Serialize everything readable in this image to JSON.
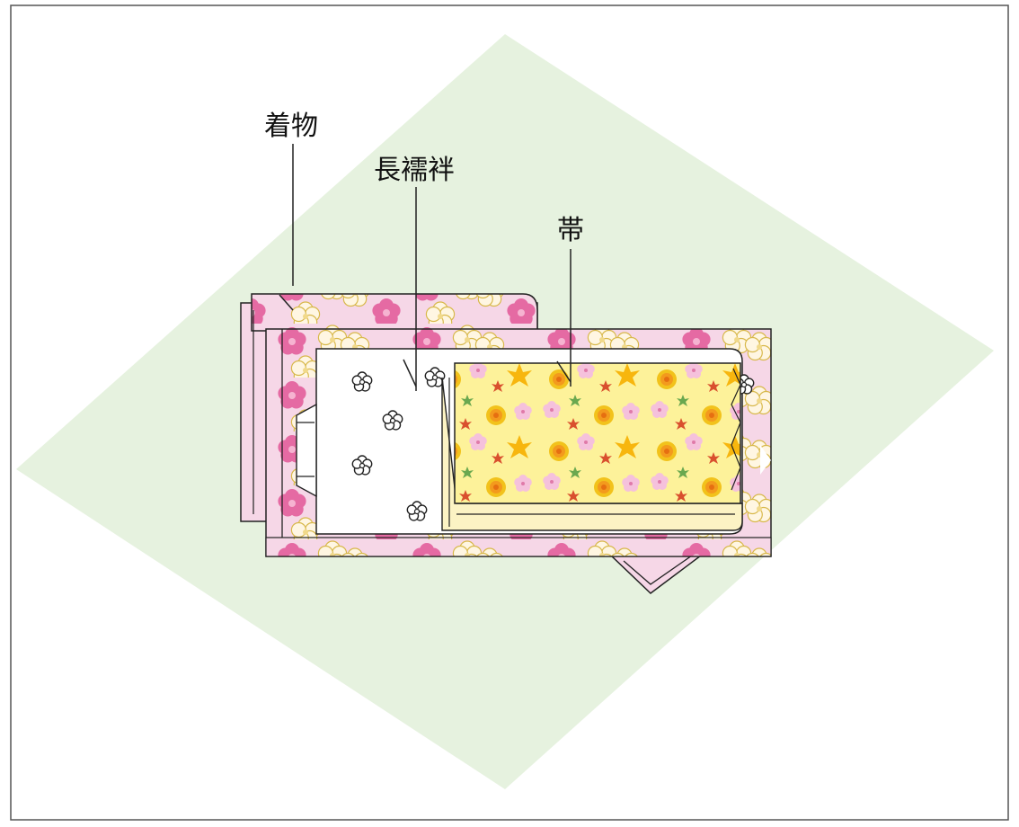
{
  "labels": {
    "kimono": "着物",
    "nagajuban": "長襦袢",
    "obi": "帯"
  },
  "colors": {
    "background": "#ffffff",
    "frame": "#555555",
    "wrapping_cloth": "#e6f2df",
    "kimono_fill": "#f6d7e7",
    "kimono_flower_pink": "#e56aa3",
    "kimono_flower_cream": "#fff3d6",
    "kimono_flower_outline": "#d8b84a",
    "juban_fill": "#ffffff",
    "obi_fill": "#fdf29a",
    "obi_under": "#fcf3c4",
    "obi_flower_yellow": "#f2c21b",
    "obi_flower_orange": "#f39a1d",
    "obi_flower_pink": "#f3b6d6",
    "obi_leaf_red": "#d9502e",
    "obi_leaf_green": "#6aa84f",
    "line": "#222222"
  }
}
